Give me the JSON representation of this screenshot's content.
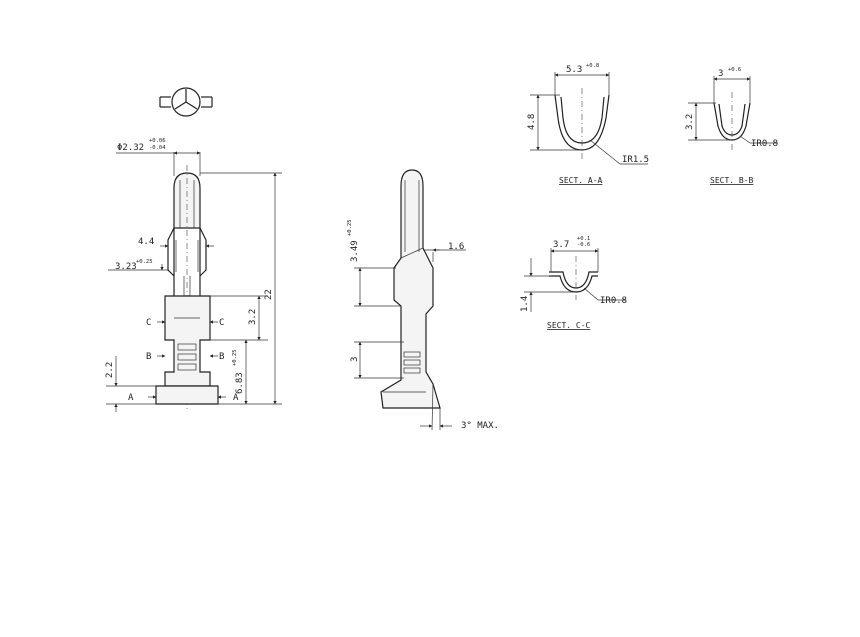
{
  "front_view": {
    "diameter": "Φ2.32",
    "diameter_tol_upper": "+0.06",
    "diameter_tol_lower": "-0.04",
    "dim_4_4": "4.4",
    "dim_3_23": "3.23",
    "dim_3_23_tol": "+0.25",
    "dim_22": "22",
    "dim_3_2": "3.2",
    "dim_6_83": "6.83",
    "dim_6_83_tol": "+0.25",
    "dim_2_2": "2.2",
    "cut_c": "C",
    "cut_b": "B",
    "cut_a": "A"
  },
  "side_view": {
    "dim_3_49": "3.49",
    "dim_3_49_tol": "+0.25",
    "dim_1_6": "1.6",
    "dim_3": "3",
    "angle": "3° MAX."
  },
  "sect_aa": {
    "width": "5.3",
    "width_tol": "+0.8",
    "height": "4.8",
    "radius": "IR1.5",
    "title": "SECT. A-A"
  },
  "sect_bb": {
    "width": "3",
    "width_tol": "+0.6",
    "height": "3.2",
    "radius": "IR0.8",
    "title": "SECT. B-B"
  },
  "sect_cc": {
    "width": "3.7",
    "width_tol_upper": "+0.1",
    "width_tol_lower": "-0.6",
    "height": "1.4",
    "radius": "IR0.8",
    "title": "SECT. C-C"
  }
}
